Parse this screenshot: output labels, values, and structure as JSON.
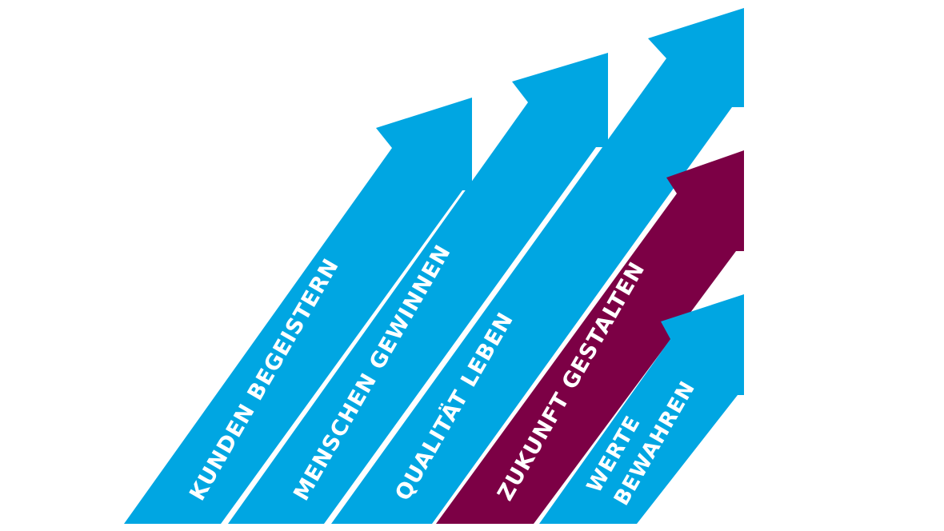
{
  "diagram": {
    "arrows": [
      {
        "id": "kunden",
        "label_lines": [
          "KUNDEN BEGEISTERN"
        ],
        "color": "#00a6e2"
      },
      {
        "id": "menschen",
        "label_lines": [
          "MENSCHEN GEWINNEN"
        ],
        "color": "#00a6e2"
      },
      {
        "id": "qualitaet",
        "label_lines": [
          "QUALITÄT LEBEN"
        ],
        "color": "#00a6e2"
      },
      {
        "id": "zukunft",
        "label_lines": [
          "ZUKUNFT GESTALTEN"
        ],
        "color": "#7c0045"
      },
      {
        "id": "werte",
        "label_lines": [
          "WERTE",
          "BEWAHREN"
        ],
        "color": "#00a6e2"
      }
    ]
  }
}
